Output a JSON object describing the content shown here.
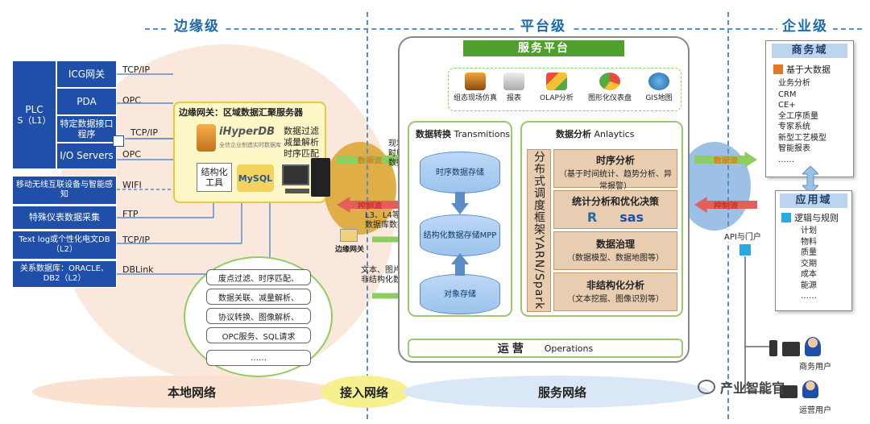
{
  "headers": {
    "edge": "边缘级",
    "platform": "平台级",
    "enterprise": "企业级"
  },
  "left": {
    "plc_title": "PLC",
    "plc_sub": "S（L1）",
    "icg": "ICG网关",
    "pda": "PDA",
    "specific_interface": "特定数据接口程序",
    "io_servers": "I/O Servers",
    "mobile": "移动无线互联设备与智能感知",
    "special_meter": "特殊仪表数据采集",
    "textlog": "Text log或个性化电文DB（L2）",
    "relational_db": "关系数据库：ORACLE、DB2（L2）"
  },
  "protocols": {
    "tcpip1": "TCP/IP",
    "opc1": "OPC",
    "tcpip2": "TCP/IP",
    "opc2": "OPC",
    "wifi": "WIFI",
    "ftp": "FTP",
    "tcpip3": "TCP/IP",
    "dblink": "DBLink"
  },
  "gateway": {
    "title": "边缘网关：区域数据汇聚服务器",
    "logo_main": "iHyperDB",
    "logo_sub": "全信企业制造实时数据库",
    "right_lines": [
      "数据过滤",
      "减量解析",
      "时序匹配"
    ],
    "tool": "结构化工具",
    "mysql": "MySQL",
    "small_label": "边缘网关"
  },
  "edge_list": [
    "废点过滤、时序匹配、",
    "数据关联、减量解析、",
    "协议转换、图像解析、",
    "OPC服务、SQL请求",
    "……"
  ],
  "flow": {
    "data_flow": "数据流",
    "control_flow": "控制流",
    "data_flow2": "数据流",
    "control_flow2": "控制流"
  },
  "mid_labels": {
    "site": [
      "现场",
      "时序",
      "数据"
    ],
    "l3l4": [
      "L3、L4等",
      "数据库数据"
    ],
    "unstructured": [
      "文本、图片等",
      "非结构化数据"
    ]
  },
  "platform": {
    "title": "服务平台",
    "icons": [
      "组态现场仿真",
      "报表",
      "OLAP分析",
      "图形化仪表盘",
      "GIS地图"
    ],
    "transform_title": "数据转换",
    "transform_en": "Transmitions",
    "cyl1": "时序数据存储",
    "cyl2": "结构化数据存储MPP",
    "cyl3": "对象存储",
    "analytics_title": "数据分析",
    "analytics_en": "Anlaytics",
    "framework": "分布式调度框架YARN/Spark",
    "ts_title": "时序分析",
    "ts_desc": "（基于时间统计、趋势分析、异常报警）",
    "stat_title": "统计分析和优化决策",
    "r_logo": "R",
    "sas_logo": "sas",
    "gov_title": "数据治理",
    "gov_desc": "（数据模型、数据地图等）",
    "unstr_title": "非结构化分析",
    "unstr_desc": "（文本挖掘、图像识别等）",
    "ops": "运营",
    "ops_en": "Operations"
  },
  "enterprise": {
    "biz_title": "商务域",
    "bigdata": "基于大数据",
    "biz_items": [
      "业务分析",
      "CRM",
      "CE+",
      "全工序质量",
      "专家系统",
      "新型工艺模型",
      "智能报表",
      "……"
    ],
    "app_title": "应用域",
    "logic": "逻辑与规则",
    "app_items": [
      "计划",
      "物料",
      "质量",
      "交期",
      "成本",
      "能源",
      "……"
    ],
    "api": "API与门户",
    "biz_user": "商务用户",
    "ops_user": "运营用户",
    "watermark": "产业智能官"
  },
  "bottom": {
    "local": "本地网络",
    "access": "接入网络",
    "service": "服务网络"
  }
}
